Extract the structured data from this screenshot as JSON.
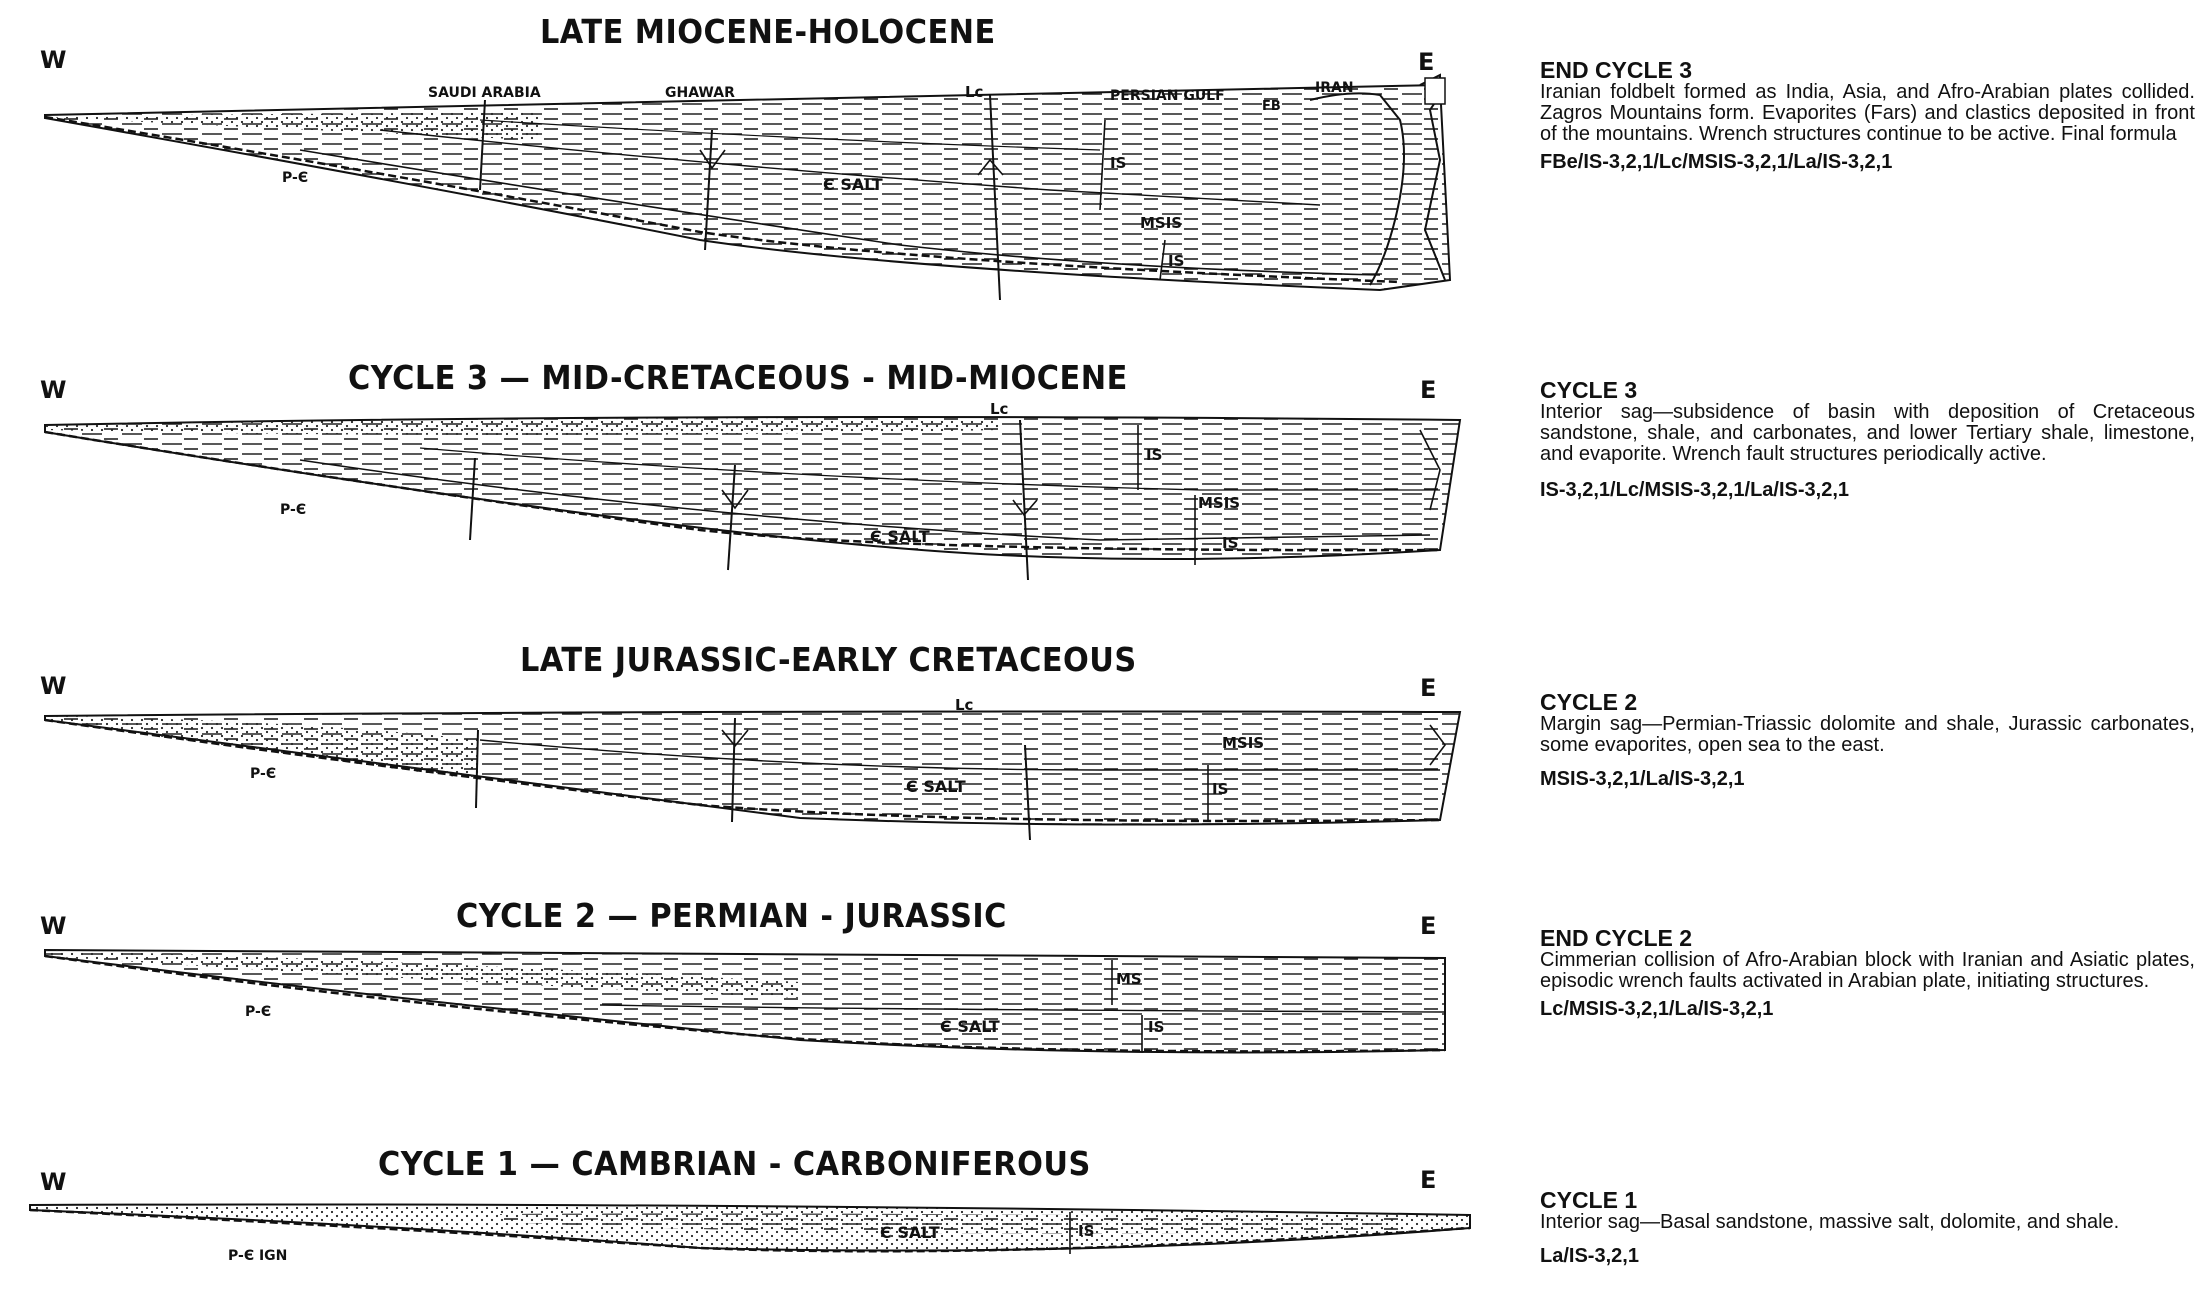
{
  "panels": [
    {
      "title": "LATE MIOCENE-HOLOCENE",
      "west": "W",
      "east": "E",
      "labels": {
        "saudi": "SAUDI ARABIA",
        "ghawar": "GHAWAR",
        "lc": "Lc",
        "gulf": "PERSIAN GULF",
        "iran": "IRAN",
        "fb": "FB",
        "pc": "P-Є",
        "salt": "Є SALT",
        "is1": "IS",
        "msis": "MSIS",
        "is2": "IS"
      },
      "desc": {
        "heading": "END CYCLE 3",
        "body": "Iranian foldbelt formed as India, Asia, and Afro-Arabian plates collided. Zagros Mountains form. Evaporites (Fars) and clastics deposited in front of the mountains. Wrench structures continue to be active. Final formula",
        "formula": "FBe/IS-3,2,1/Lc/MSIS-3,2,1/La/IS-3,2,1"
      }
    },
    {
      "title": "CYCLE 3 — MID-CRETACEOUS - MID-MIOCENE",
      "west": "W",
      "east": "E",
      "labels": {
        "lc": "Lc",
        "pc": "P-Є",
        "salt": "Є SALT",
        "is1": "IS",
        "msis": "MSIS",
        "is2": "IS"
      },
      "desc": {
        "heading": "CYCLE 3",
        "body": "Interior sag—subsidence of basin with deposition of Cretaceous sandstone, shale, and carbonates, and lower Tertiary shale, limestone, and evaporite. Wrench fault structures periodically active.",
        "formula": "IS-3,2,1/Lc/MSIS-3,2,1/La/IS-3,2,1"
      }
    },
    {
      "title": "LATE JURASSIC-EARLY CRETACEOUS",
      "west": "W",
      "east": "E",
      "labels": {
        "lc": "Lc",
        "pc": "P-Є",
        "salt": "Є SALT",
        "msis": "MSIS",
        "is2": "IS"
      },
      "desc": {
        "heading": "CYCLE 2",
        "body": "Margin sag—Permian-Triassic dolomite and shale, Jurassic carbonates, some evaporites, open sea to the east.",
        "formula": "MSIS-3,2,1/La/IS-3,2,1"
      }
    },
    {
      "title": "CYCLE 2 — PERMIAN - JURASSIC",
      "west": "W",
      "east": "E",
      "labels": {
        "pc": "P-Є",
        "salt": "Є SALT",
        "ms": "MS",
        "is2": "IS"
      },
      "desc": {
        "heading": "END CYCLE 2",
        "body": "Cimmerian collision of Afro-Arabian block with Iranian and Asiatic plates, episodic wrench faults activated in Arabian plate, initiating structures.",
        "formula": "Lc/MSIS-3,2,1/La/IS-3,2,1"
      }
    },
    {
      "title": "CYCLE 1 — CAMBRIAN - CARBONIFEROUS",
      "west": "W",
      "east": "E",
      "labels": {
        "pc": "P-Є IGN",
        "salt": "Є SALT",
        "is2": "IS"
      },
      "desc": {
        "heading": "CYCLE 1",
        "body": "Interior sag—Basal sandstone, massive salt, dolomite, and shale.",
        "formula": "La/IS-3,2,1"
      }
    }
  ]
}
